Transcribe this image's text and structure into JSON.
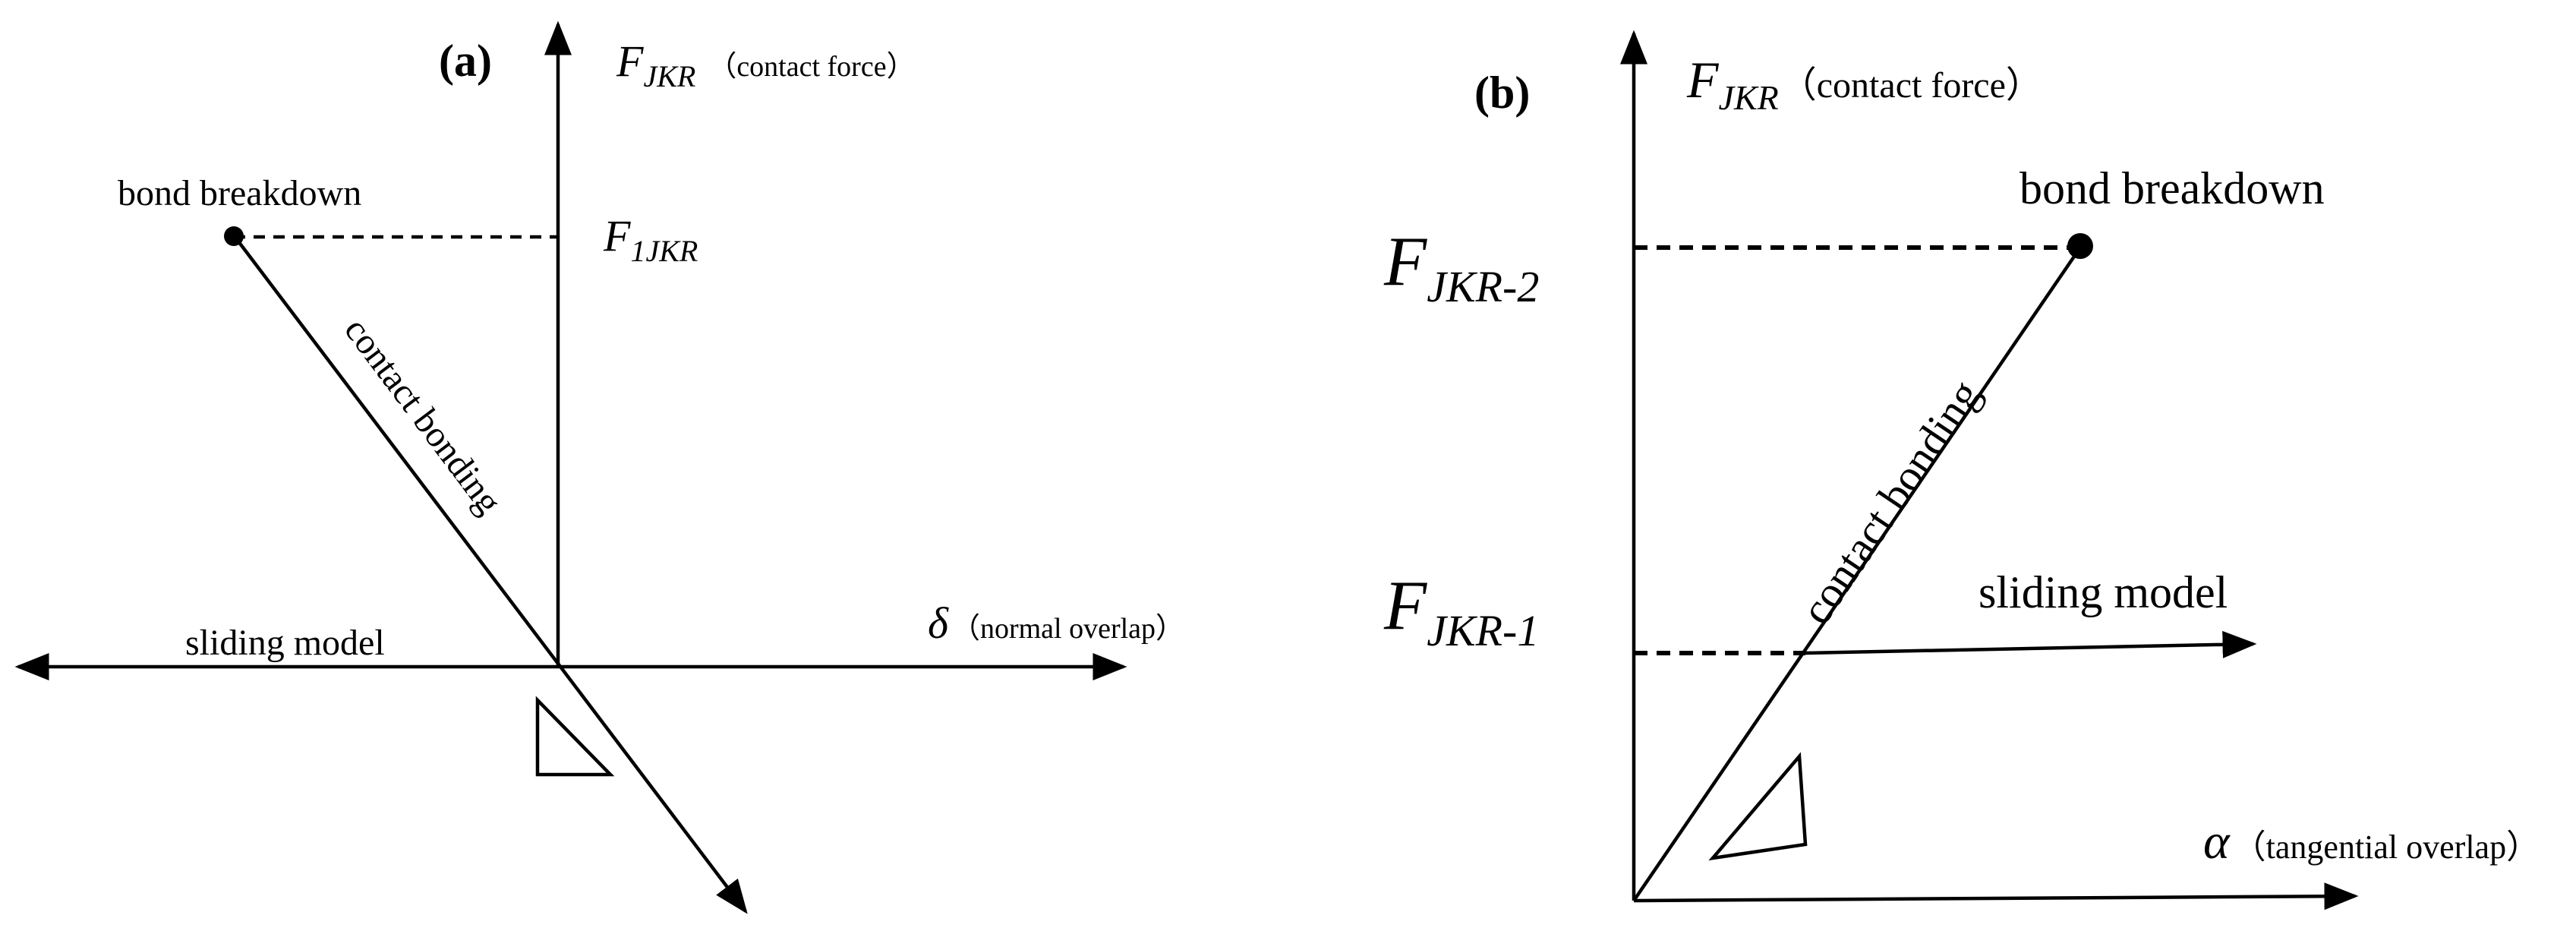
{
  "panel_a": {
    "tag": "(a)",
    "y_axis": {
      "symbol": "F",
      "subscript": "JKR",
      "note": "（contact force）"
    },
    "x_axis": {
      "symbol": "δ",
      "note": "（normal overlap）"
    },
    "peak_force": {
      "symbol": "F",
      "subscript": "1JKR"
    },
    "bond_breakdown": "bond breakdown",
    "contact_bonding": "contact bonding",
    "sliding_model": "sliding model"
  },
  "panel_b": {
    "tag": "(b)",
    "y_axis": {
      "symbol": "F",
      "subscript": "JKR",
      "note": "（contact force）"
    },
    "x_axis": {
      "symbol": "α",
      "note": "（tangential overlap）"
    },
    "force_upper": {
      "symbol": "F",
      "subscript": "JKR-2"
    },
    "force_lower": {
      "symbol": "F",
      "subscript": "JKR-1"
    },
    "bond_breakdown": "bond breakdown",
    "contact_bonding": "contact bonding",
    "sliding_model": "sliding model"
  }
}
